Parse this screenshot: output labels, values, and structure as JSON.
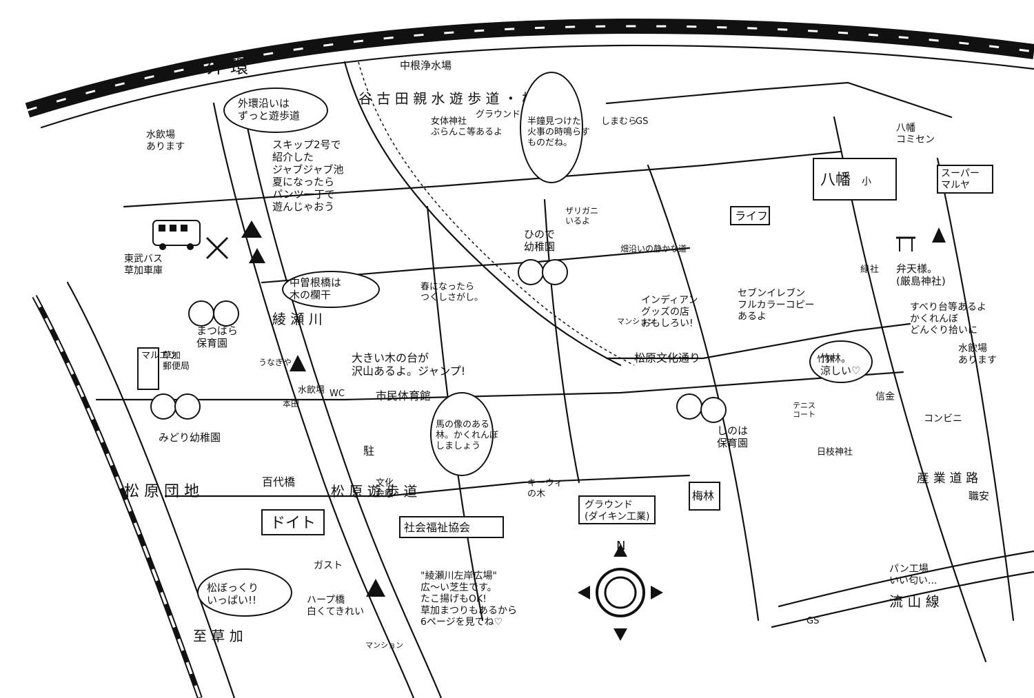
{
  "map": {
    "highways": {
      "gaikan": "外 環",
      "sangyo": "産 業 道 路",
      "nagareyama": "流 山 線"
    },
    "river_path": {
      "yatsugata": "谷 古 田 親 水 遊 歩 道 ・ 桜 並 木",
      "ayase": "綾 瀬 川",
      "matsubara_path": "松 原 遊 歩 道"
    },
    "places": {
      "nakane_jousuijo": "中根浄水場",
      "shimamura": "しまむら",
      "gs_top": "GS",
      "gs_bottom": "GS",
      "hachiman_school": "八幡",
      "hachiman_school_mark": "小",
      "hachiman_komisen": "八幡\nコミセン",
      "super_maruya": "スーパー\nマルヤ",
      "life": "ライフ",
      "benten": "弁天様。\n(厳島神社)",
      "mizunomiba_left": "水飲場\nあります",
      "mizunomiba_right": "水飲場\nあります",
      "tobu_bus": "東武バス\n草加車庫",
      "matsubara_hoikuen": "まつばら\n保育園",
      "maruetsu": "マルエツ",
      "yubinkyoku": "草加\n郵便局",
      "unagiya": "うなぎや",
      "honda": "本田",
      "midori_youchien": "みどり幼稚園",
      "mizunomiba_wc": "水飲場",
      "wc": "WC",
      "momoyo_bashi": "百代橋",
      "doit": "ドイト",
      "gusto": "ガスト",
      "harp_bridge": "ハープ橋\n白くてきれい",
      "shimin_taiikukan": "市民体育館",
      "chu_mark": "駐",
      "bunka_kaikan": "文化\n会館",
      "shakai_fukushi": "社会福祉協会",
      "kiwi": "キーウィ\nの木",
      "ground_daikin": "グラウンド\n(ダイキン工業)",
      "umebayashi": "梅林",
      "hinode_youchien": "ひので\n幼稚園",
      "zarigani": "ザリガニ\nいるよ",
      "hatake": "畑沿いの静かな道",
      "shinoha_hoikuen": "しのは\n保育園",
      "tennis": "テニス\nコート",
      "hie_jinja": "日枝神社",
      "shinkin": "信金",
      "konbini": "コンビニ",
      "shokuan": "職安",
      "matsubara_bunka_dori": "松原文化通り",
      "pan_kojo": "パン工場\nいい匂い...",
      "matsubara_danchi": "松 原 団 地",
      "to_soka": "至 草 加",
      "mansion1": "マンション",
      "mansion2": "マンション",
      "ground_top": "グラウンド",
      "onna_jinja": "女体神社\nぶらんこ等あるよ",
      "shinchiku": "竹林",
      "shaku_mark": "社",
      "ryoku": "緑",
      "momoyo_note": "",
      "seven": "セブンイレブン\nフルカラーコピー\nあるよ",
      "indian": "インディアン\nグッズの店\nおもしろい!",
      "haruni": "春になったら\nつくしさがし。",
      "hanshou": "半鐘見つけた\n火事の時鳴らす\nものだね。"
    },
    "bubbles": {
      "gaikan_zoi": "外環沿いは\nずっと遊歩道",
      "skip2": "スキップ2号で\n紹介した\nジャブジャブ池\n夏になったら\nパンツ一丁で\n遊んじゃおう",
      "nakasone": "中曽根橋は\n木の欄干",
      "ookii_ki": "大きい木の台が\n沢山あるよ。ジャンプ!",
      "uma": "馬の像のある\n林。かくれんぼ\nしましょう",
      "chikurin": "竹林。\n涼しい♡",
      "benten_note": "すべり台等あるよ\nかくれんぼ\nどんぐり拾いに",
      "matsubokkuri": "松ぼっくり\nいっぱい!!",
      "ayase_sagan": "\"綾瀬川左岸広場\"\n広〜い芝生です。\nたこ揚げもOK!\n草加まつりもあるから\n6ページを見てね♡"
    },
    "compass": {
      "north": "N"
    },
    "colors": {
      "ink": "#111111",
      "paper": "#ffffff"
    },
    "icons": [
      "bus-icon",
      "fork-knife-icon",
      "shrine-icon",
      "tree-icon",
      "compass-icon"
    ]
  }
}
